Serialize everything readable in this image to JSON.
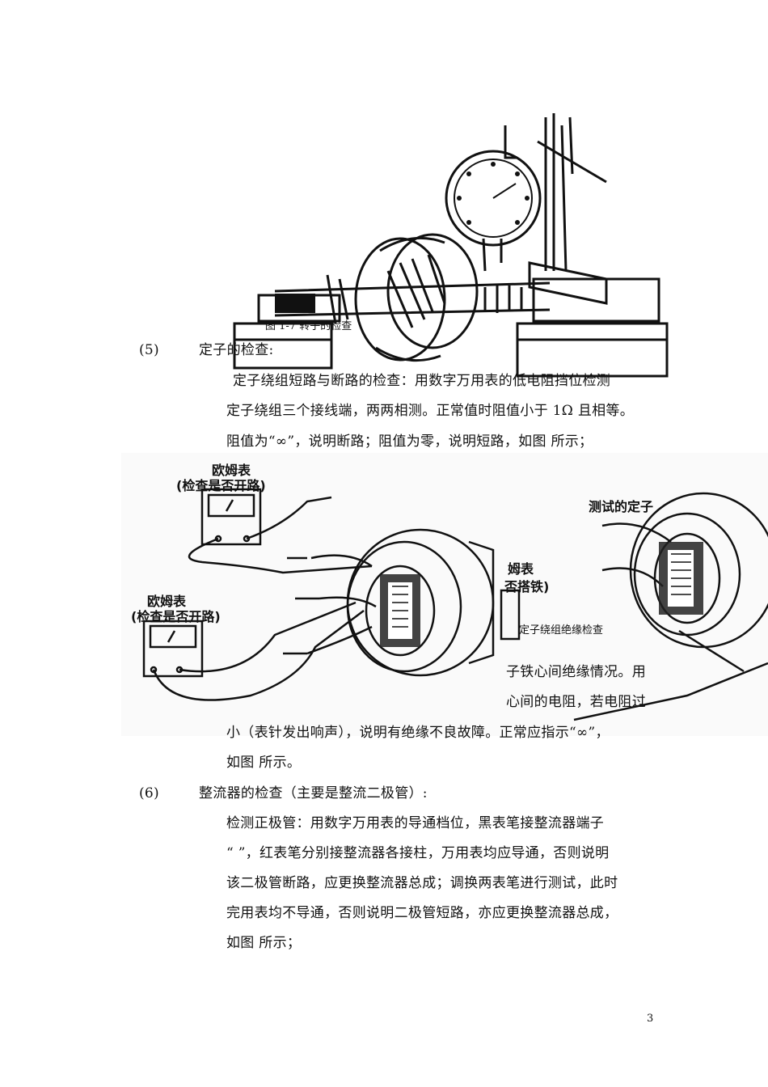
{
  "figure_top": {
    "caption": "图 1-7    转子的检查"
  },
  "section5": {
    "number": "(5)",
    "title": "定子的检查:",
    "lines": [
      "定子绕组短路与断路的检查：用数字万用表的低电阻挡位检测",
      "定子绕组三个接线端，两两相测。正常值时阻值小于 1Ω 且相等。",
      "阻值为“∞”，说明断路；阻值为零，说明短路，如图        所示；"
    ]
  },
  "figure_stator": {
    "meter1_label": "欧姆表",
    "meter1_sub": "(检查是否开路)",
    "meter2_label": "欧姆表",
    "meter2_sub": "(检查是否开路)",
    "meter3_label_partial": "姆表",
    "meter3_sub_partial": "否搭铁)",
    "tested_stator_label": "测试的定子",
    "insulation_caption": "定子绕组绝缘检查",
    "overlap_line1": "子铁心间绝缘情况。用",
    "overlap_line2": "心间的电阻，若电阻过",
    "overlap_line3": "小（表针发出响声），说明有绝缘不良故障。正常应指示“∞”，"
  },
  "section5_tail": {
    "line": "如图        所示。"
  },
  "section6": {
    "number": "(6)",
    "title": "整流器的检查（主要是整流二极管）:",
    "lines": [
      "检测正极管：用数字万用表的导通档位，黑表笔接整流器端子",
      "“    ”，红表笔分别接整流器各接柱，万用表均应导通，否则说明",
      "该二极管断路，应更换整流器总成；调换两表笔进行测试，此时",
      "完用表均不导通，否则说明二极管短路，亦应更换整流器总成，",
      "如图        所示；"
    ]
  },
  "page_number": "3"
}
